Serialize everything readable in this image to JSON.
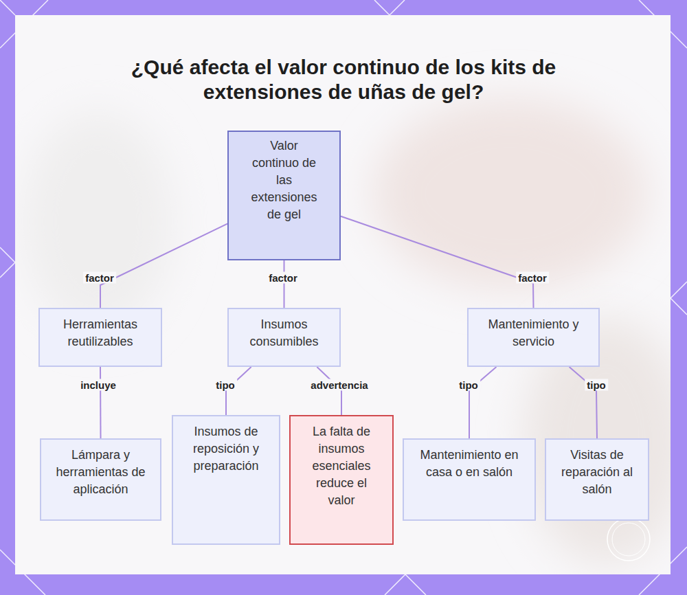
{
  "diagram": {
    "title": "¿Qué afecta el valor continuo de los kits de extensiones de uñas de gel?",
    "nodes": [
      {
        "text": [
          "Valor continuo de las extensiones de gel"
        ]
      },
      {
        "text": [
          "Herramientas reutilizables"
        ]
      },
      {
        "text": [
          "Insumos consumibles"
        ]
      },
      {
        "text": [
          "Mantenimiento y servicio"
        ]
      },
      {
        "text": [
          "Lámpara y herramientas de aplicación"
        ]
      },
      {
        "text": [
          "Insumos de reposición y preparación"
        ]
      },
      {
        "text": [
          "La falta de insumos esenciales reduce el valor"
        ]
      },
      {
        "text": [
          "Mantenimiento en casa o en salón"
        ]
      },
      {
        "text": [
          "Visitas de reparación al salón"
        ]
      }
    ],
    "edges": [
      {
        "from": 0,
        "to": 1,
        "label": "factor",
        "arrow": "none"
      },
      {
        "from": 0,
        "to": 2,
        "label": "factor",
        "arrow": "none"
      },
      {
        "from": 0,
        "to": 3,
        "label": "factor",
        "arrow": "none"
      },
      {
        "from": 1,
        "to": 4,
        "label": "incluye",
        "arrow": "none"
      },
      {
        "from": 2,
        "to": 5,
        "label": "tipo",
        "arrow": "none"
      },
      {
        "from": 2,
        "to": 6,
        "label": "advertencia",
        "arrow": "none"
      },
      {
        "from": 3,
        "to": 7,
        "label": "tipo",
        "arrow": "none"
      },
      {
        "from": 3,
        "to": 8,
        "label": "tipo",
        "arrow": "none"
      }
    ]
  }
}
